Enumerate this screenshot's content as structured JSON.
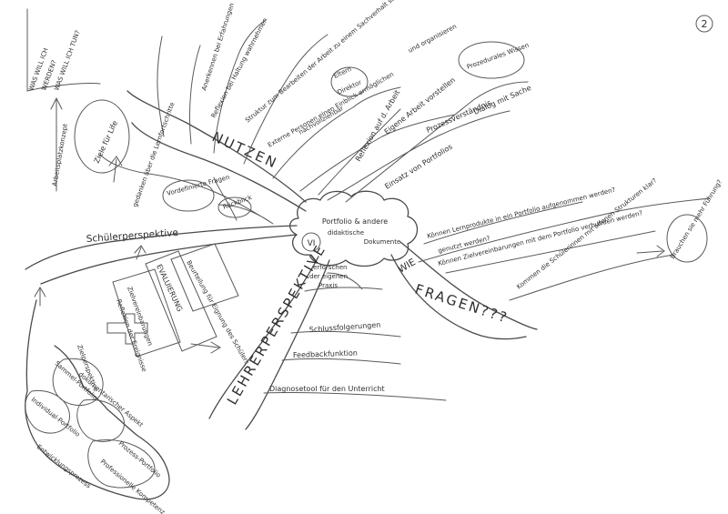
{
  "page_number": "2",
  "center": {
    "title": "Portfolio & andere didaktische Dokumente",
    "numeral": "VI"
  },
  "main_branches": {
    "nutzen": "NUTZEN",
    "schuelerperspektive": "Schülerperspektive",
    "lehrerperspektive": "LEHRERPERSPEKTIVE",
    "fragen": "FRAGEN???",
    "wie": "WIE"
  },
  "nutzen_branches": {
    "reflexion": "Reflexion auf d. Arbeit",
    "einsatz": "Einsatz von Portfolios",
    "eigene_arbeit": "Eigene Arbeit vorstellen",
    "prozessverstaendnis": "Prozessverständnis",
    "dialog": "Dialog mit Sache",
    "prozedurales": "Prozedurales Wissen",
    "organisieren": "und organisieren",
    "externe_personen": "Externe Personen einen Einblick ermöglichen",
    "einblick": "Einblick",
    "eltern": "Eltern",
    "direktor": "Direktor",
    "nachvollziehbar": "nachvollziehbar",
    "struktur": "Struktur zum Bearbeiten der Arbeit zu einem Sachverhalt schaffen",
    "reflexion_haltung": "Reflexion bei Haltung wahrnehmen",
    "anerkennen": "Anerkennen bei Erfahrungen"
  },
  "fragen_branches": {
    "q1": "Können Lernprodukte in ein Portfolio aufgenommen werden?",
    "q2": "genutzt werden?",
    "q3": "Können Zielvereinbarungen mit dem Portfolio verbunden werden?",
    "q4": "Kommen die Schülerinnen mit offenen Strukturen klar?",
    "q5": "Brauchen sie mehr Führung?"
  },
  "lehrer_branches": {
    "praxis": "erforschen der eigenen Praxis",
    "schluss": "Schlussfolgerungen",
    "feedback": "Feedbackfunktion",
    "diagnose": "Diagnosetool für den Unterricht"
  },
  "schueler_branches": {
    "ziel_lehrer": "Zielvereinbarungen",
    "beurteilung": "Beurteilung für Eignung des Schülers",
    "evaluierung": "EVALUIERUNG",
    "reflexion_ereignis": "Reflexion der Ereignisse",
    "vordefinierte": "Vordefinierte Fragen",
    "ruckblick": "Rückblick",
    "gedanken": "gedanken über die Lernfortschritte",
    "ziele": "Ziele für Life",
    "arbeitsplatz": "Arbeitsplatzkonzept",
    "was_will": "WAS WILL ICH WERDEN? WAS WILL ICH TUN?",
    "zielperspektive": "Zielperspektive",
    "sammel": "Sammel-Portfolio",
    "individual": "Individual-Portfolio",
    "dokumentarisch": "dokumentarischer Aspekt",
    "entwicklung": "Entwicklungsprozess",
    "prozess_portfolio": "Prozess-Portfolio",
    "professionelle": "Professionelle Kompetenz"
  }
}
